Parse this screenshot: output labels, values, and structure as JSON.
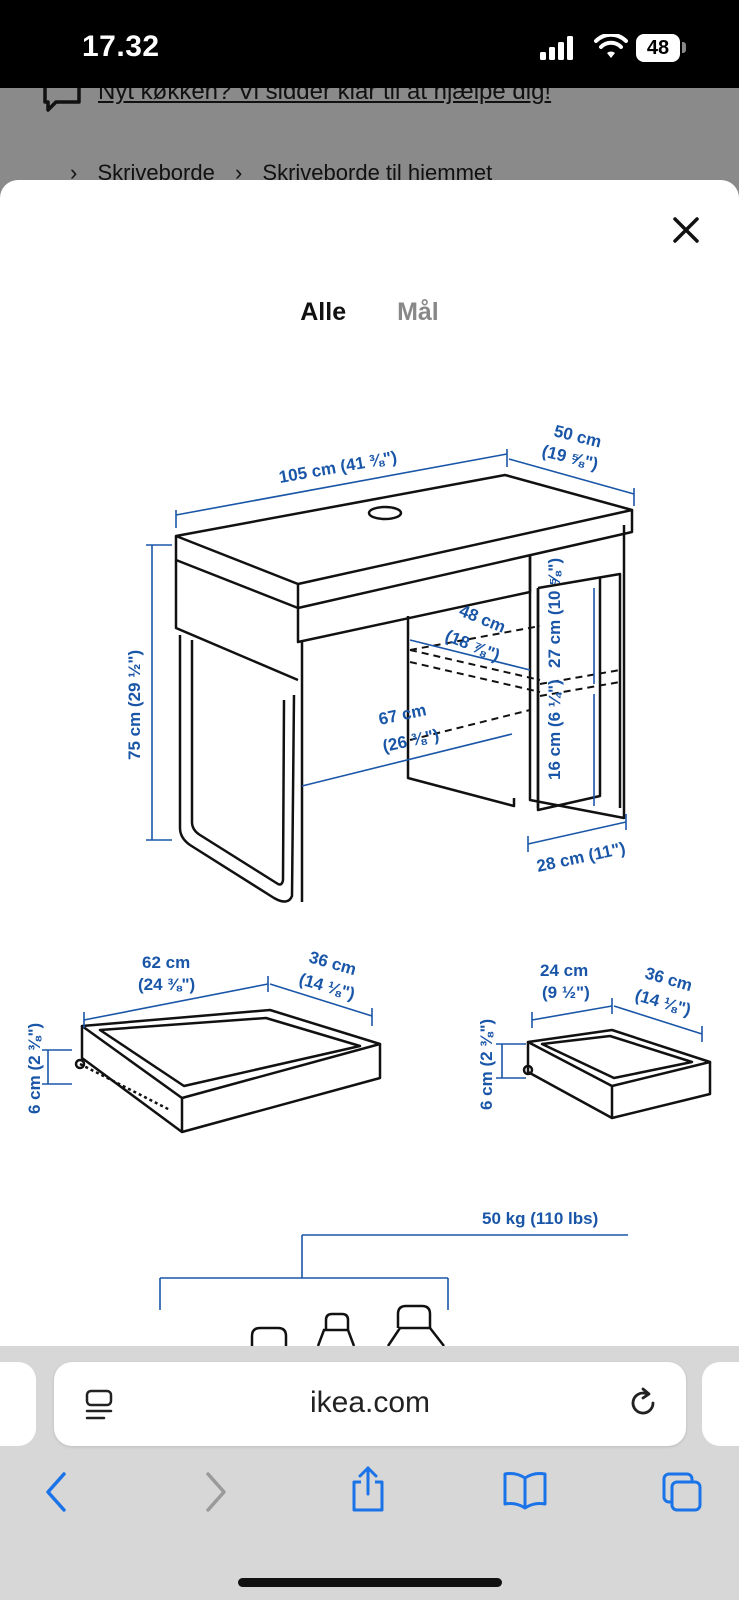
{
  "status": {
    "time": "17.32",
    "battery": "48"
  },
  "page": {
    "banner": "Nyt køkken? Vi sidder klar til at hjælpe dig!",
    "breadcrumbs": [
      "Skriveborde",
      "Skriveborde til hjemmet"
    ]
  },
  "sheet": {
    "tabs": [
      {
        "label": "Alle",
        "active": true
      },
      {
        "label": "Mål",
        "active": false
      }
    ]
  },
  "dimensions": {
    "width": "105 cm (41 ⅜\")",
    "depth_cm": "50 cm",
    "depth_in": "(19 ⅝\")",
    "height": "75 cm (29 ½\")",
    "inner_depth_cm": "48 cm",
    "inner_depth_in": "(18 ⅞\")",
    "leg_width_cm": "67 cm",
    "leg_width_in": "(26 ⅜\")",
    "shelf_upper": "27 cm (10 ⅝\")",
    "shelf_lower": "16 cm (6 ¼\")",
    "shelf_width": "28 cm (11\")",
    "drawer1_width_cm": "62 cm",
    "drawer1_width_in": "(24 ⅜\")",
    "drawer1_depth_cm": "36 cm",
    "drawer1_depth_in": "(14 ⅛\")",
    "drawer1_height": "6 cm (2 ⅜\")",
    "drawer2_width_cm": "24 cm",
    "drawer2_width_in": "(9 ½\")",
    "drawer2_depth_cm": "36 cm",
    "drawer2_depth_in": "(14 ⅛\")",
    "drawer2_height": "6 cm (2 ⅜\")",
    "max_load": "50 kg (110 lbs)"
  },
  "browser": {
    "url": "ikea.com"
  },
  "colors": {
    "dimension_blue": "#1a56a8",
    "browser_blue": "#1a73e8"
  }
}
